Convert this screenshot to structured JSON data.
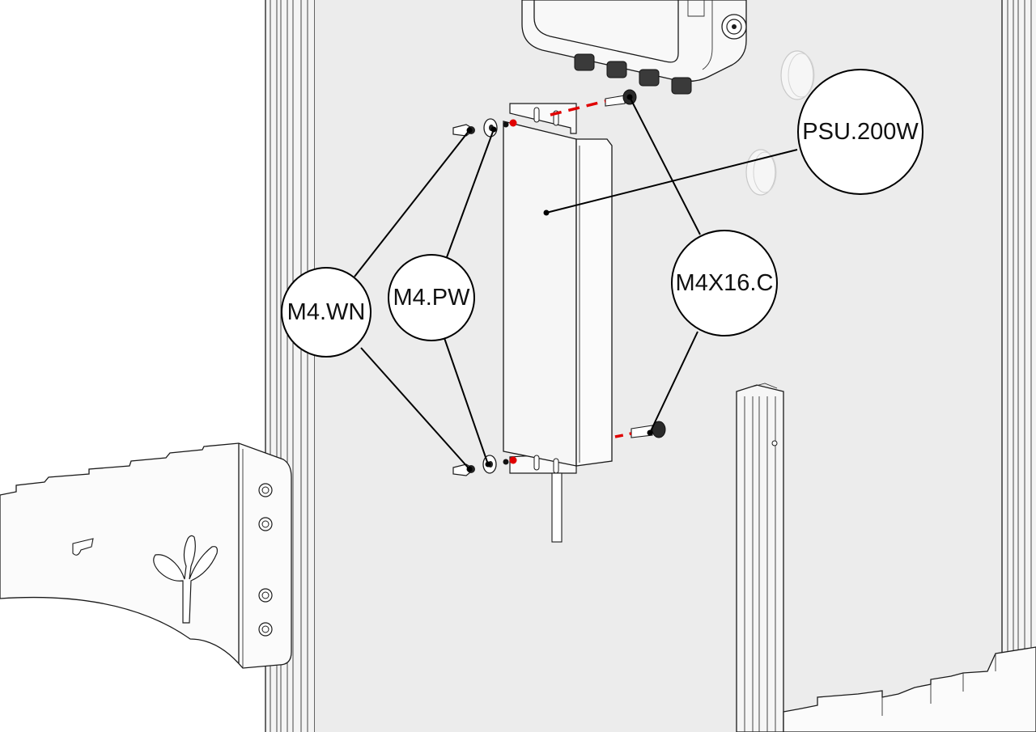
{
  "callouts": {
    "psu": "PSU.200W",
    "screw": "M4X16.C",
    "wing_nut": "M4.WN",
    "plain_washer": "M4.PW"
  },
  "colors": {
    "background": "#ffffff",
    "panel": "#ececec",
    "line": "#1a1a1a",
    "assembly_path": "#e00000"
  }
}
